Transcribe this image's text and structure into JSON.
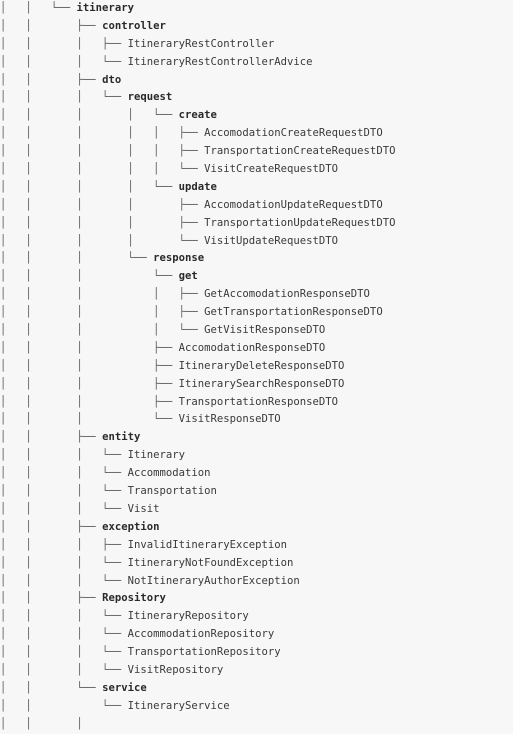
{
  "tree_lines": [
    {
      "prefix": "│   │   └── ",
      "name": "itinerary",
      "dir": true
    },
    {
      "prefix": "│   │       ├── ",
      "name": "controller",
      "dir": true
    },
    {
      "prefix": "│   │       │   ├── ",
      "name": "ItineraryRestController",
      "dir": false
    },
    {
      "prefix": "│   │       │   └── ",
      "name": "ItineraryRestControllerAdvice",
      "dir": false
    },
    {
      "prefix": "│   │       ├── ",
      "name": "dto",
      "dir": true
    },
    {
      "prefix": "│   │       │   └── ",
      "name": "request",
      "dir": true
    },
    {
      "prefix": "│   │       │       │   └── ",
      "name": "create",
      "dir": true
    },
    {
      "prefix": "│   │       │       │   │   ├── ",
      "name": "AccomodationCreateRequestDTO",
      "dir": false
    },
    {
      "prefix": "│   │       │       │   │   ├── ",
      "name": "TransportationCreateRequestDTO",
      "dir": false
    },
    {
      "prefix": "│   │       │       │   │   └── ",
      "name": "VisitCreateRequestDTO",
      "dir": false
    },
    {
      "prefix": "│   │       │       │   └── ",
      "name": "update",
      "dir": true
    },
    {
      "prefix": "│   │       │       │       ├── ",
      "name": "AccomodationUpdateRequestDTO",
      "dir": false
    },
    {
      "prefix": "│   │       │       │       ├── ",
      "name": "TransportationUpdateRequestDTO",
      "dir": false
    },
    {
      "prefix": "│   │       │       │       └── ",
      "name": "VisitUpdateRequestDTO",
      "dir": false
    },
    {
      "prefix": "│   │       │       └── ",
      "name": "response",
      "dir": true
    },
    {
      "prefix": "│   │       │           └── ",
      "name": "get",
      "dir": true
    },
    {
      "prefix": "│   │       │           │   ├── ",
      "name": "GetAccomodationResponseDTO",
      "dir": false
    },
    {
      "prefix": "│   │       │           │   ├── ",
      "name": "GetTransportationResponseDTO",
      "dir": false
    },
    {
      "prefix": "│   │       │           │   └── ",
      "name": "GetVisitResponseDTO",
      "dir": false
    },
    {
      "prefix": "│   │       │           ├── ",
      "name": "AccomodationResponseDTO",
      "dir": false
    },
    {
      "prefix": "│   │       │           ├── ",
      "name": "ItineraryDeleteResponseDTO",
      "dir": false
    },
    {
      "prefix": "│   │       │           ├── ",
      "name": "ItinerarySearchResponseDTO",
      "dir": false
    },
    {
      "prefix": "│   │       │           ├── ",
      "name": "TransportationResponseDTO",
      "dir": false
    },
    {
      "prefix": "│   │       │           └── ",
      "name": "VisitResponseDTO",
      "dir": false
    },
    {
      "prefix": "│   │       ├── ",
      "name": "entity",
      "dir": true
    },
    {
      "prefix": "│   │       │   └── ",
      "name": "Itinerary",
      "dir": false
    },
    {
      "prefix": "│   │       │   └── ",
      "name": "Accommodation",
      "dir": false
    },
    {
      "prefix": "│   │       │   └── ",
      "name": "Transportation",
      "dir": false
    },
    {
      "prefix": "│   │       │   └── ",
      "name": "Visit",
      "dir": false
    },
    {
      "prefix": "│   │       ├── ",
      "name": "exception",
      "dir": true
    },
    {
      "prefix": "│   │       │   ├── ",
      "name": "InvalidItineraryException",
      "dir": false
    },
    {
      "prefix": "│   │       │   └── ",
      "name": "ItineraryNotFoundException",
      "dir": false
    },
    {
      "prefix": "│   │       │   └── ",
      "name": "NotItineraryAuthorException",
      "dir": false
    },
    {
      "prefix": "│   │       ├── ",
      "name": "Repository",
      "dir": true
    },
    {
      "prefix": "│   │       │   └── ",
      "name": "ItineraryRepository",
      "dir": false
    },
    {
      "prefix": "│   │       │   └── ",
      "name": "AccommodationRepository",
      "dir": false
    },
    {
      "prefix": "│   │       │   └── ",
      "name": "TransportationRepository",
      "dir": false
    },
    {
      "prefix": "│   │       │   └── ",
      "name": "VisitRepository",
      "dir": false
    },
    {
      "prefix": "│   │       └── ",
      "name": "service",
      "dir": true
    },
    {
      "prefix": "│   │           └── ",
      "name": "ItineraryService",
      "dir": false
    },
    {
      "prefix": "│   │       │",
      "name": "",
      "dir": false
    }
  ]
}
